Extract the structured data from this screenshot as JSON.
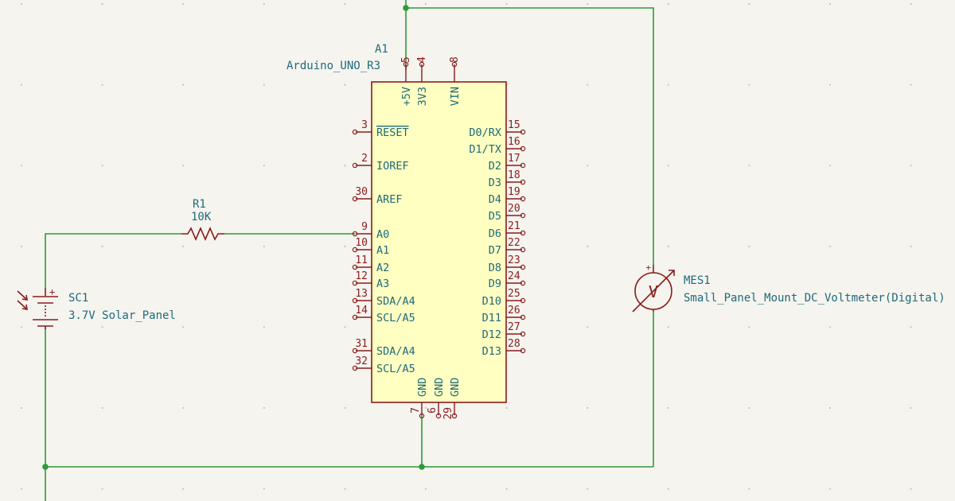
{
  "arduino": {
    "ref": "A1",
    "value": "Arduino_UNO_R3",
    "body_fill": "#ffffc2",
    "top_pins": [
      {
        "num": "5",
        "name": "+5V"
      },
      {
        "num": "4",
        "name": "3V3"
      },
      {
        "num": "8",
        "name": "VIN"
      }
    ],
    "left_pins": [
      {
        "num": "3",
        "name": "RESET"
      },
      {
        "num": "2",
        "name": "IOREF"
      },
      {
        "num": "30",
        "name": "AREF"
      },
      {
        "num": "9",
        "name": "A0"
      },
      {
        "num": "10",
        "name": "A1"
      },
      {
        "num": "11",
        "name": "A2"
      },
      {
        "num": "12",
        "name": "A3"
      },
      {
        "num": "13",
        "name": "SDA/A4"
      },
      {
        "num": "14",
        "name": "SCL/A5"
      },
      {
        "num": "31",
        "name": "SDA/A4"
      },
      {
        "num": "32",
        "name": "SCL/A5"
      }
    ],
    "right_pins": [
      {
        "num": "15",
        "name": "D0/RX"
      },
      {
        "num": "16",
        "name": "D1/TX"
      },
      {
        "num": "17",
        "name": "D2"
      },
      {
        "num": "18",
        "name": "D3"
      },
      {
        "num": "19",
        "name": "D4"
      },
      {
        "num": "20",
        "name": "D5"
      },
      {
        "num": "21",
        "name": "D6"
      },
      {
        "num": "22",
        "name": "D7"
      },
      {
        "num": "23",
        "name": "D8"
      },
      {
        "num": "24",
        "name": "D9"
      },
      {
        "num": "25",
        "name": "D10"
      },
      {
        "num": "26",
        "name": "D11"
      },
      {
        "num": "27",
        "name": "D12"
      },
      {
        "num": "28",
        "name": "D13"
      }
    ],
    "bottom_pins": [
      {
        "num": "7",
        "name": "GND"
      },
      {
        "num": "6",
        "name": "GND"
      },
      {
        "num": "29",
        "name": "GND"
      }
    ]
  },
  "resistor": {
    "ref": "R1",
    "value": "10K"
  },
  "solar_panel": {
    "ref": "SC1",
    "value": "3.7V Solar_Panel"
  },
  "voltmeter": {
    "ref": "MES1",
    "value": "Small_Panel_Mount_DC_Voltmeter(Digital)",
    "symbol": "V",
    "plus": "+"
  },
  "colors": {
    "wire": "#2f9a3a",
    "symbol": "#8a1c1c",
    "text": "#1f6a7a",
    "background": "#f5f4ef"
  }
}
